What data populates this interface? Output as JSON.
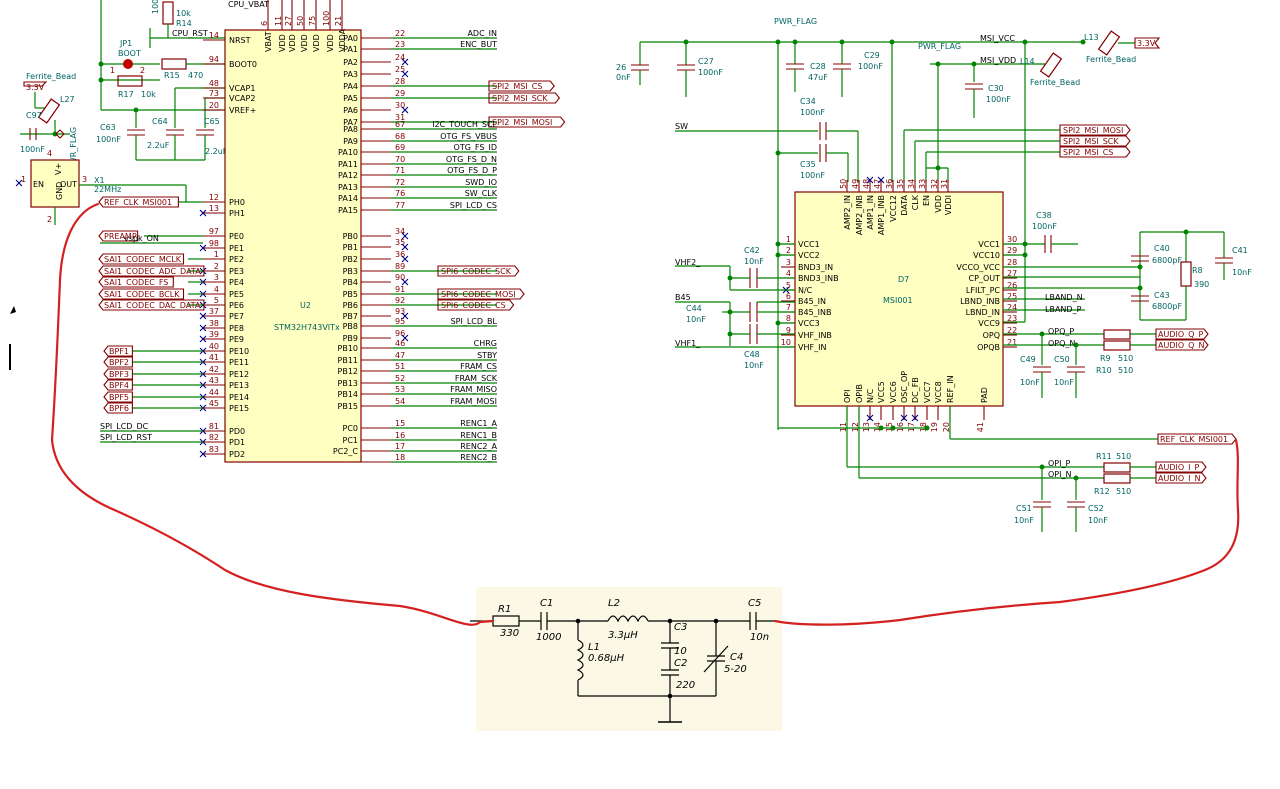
{
  "colors": {
    "wire": "#008400",
    "body": "#840000",
    "pin_text": "#840000",
    "ref_text": "#006464",
    "annotation": "#d42020",
    "inset_bg": "#fbf8e6",
    "body_fill": "#ffffc2"
  },
  "left_parts": {
    "r14": "R14",
    "r14_val": "10k",
    "cap_top": "100",
    "jp1": "JP1",
    "boot": "BOOT",
    "jp_pin1": "1",
    "jp_pin2": "2",
    "r15": "R15",
    "r15_val": "470",
    "r17": "R17",
    "r17_val": "10k",
    "c63": "C63",
    "c63_val": "100nF",
    "c64": "C64",
    "c64_val": "2.2uF",
    "c65": "C65",
    "c65_val": "2.2uF",
    "cpu_rst": "CPU_RST",
    "cpu_vbat": "CPU_VBAT",
    "ferrite": "Ferrite_Bead",
    "pwr33": "3.3V",
    "l27": "L27",
    "c97": "C97",
    "c97_val": "100nF",
    "pwr_flag": "PWR_FLAG",
    "x1": "X1",
    "x1_freq": "22MHz",
    "osc_en": "EN",
    "osc_out": "OUT",
    "osc_vp": "V+",
    "osc_gnd": "GND",
    "osc_p1": "1",
    "osc_p2": "2",
    "osc_p3": "3",
    "osc_p4": "4"
  },
  "u2": {
    "ref": "U2",
    "value": "STM32H743VITx",
    "top_pins": [
      [
        "VBAT",
        "6"
      ],
      [
        "VDD",
        "11"
      ],
      [
        "VDD",
        "27"
      ],
      [
        "VDD",
        "50"
      ],
      [
        "VDD",
        "75"
      ],
      [
        "VDD",
        "100"
      ],
      [
        "VDDA",
        "21"
      ]
    ],
    "left_pins": [
      [
        "NRST",
        "14"
      ],
      [
        "BOOT0",
        "94"
      ],
      [
        "VCAP1",
        "48"
      ],
      [
        "VCAP2",
        "73"
      ],
      [
        "VREF+",
        "20"
      ],
      [
        "PH0",
        "12"
      ],
      [
        "PH1",
        "13"
      ],
      [
        "PE0",
        "97"
      ],
      [
        "PE1",
        "98"
      ],
      [
        "PE2",
        "1"
      ],
      [
        "PE3",
        "2"
      ],
      [
        "PE4",
        "3"
      ],
      [
        "PE5",
        "4"
      ],
      [
        "PE6",
        "5"
      ],
      [
        "PE7",
        "37"
      ],
      [
        "PE8",
        "38"
      ],
      [
        "PE9",
        "39"
      ],
      [
        "PE10",
        "40"
      ],
      [
        "PE11",
        "41"
      ],
      [
        "PE12",
        "42"
      ],
      [
        "PE13",
        "43"
      ],
      [
        "PE14",
        "44"
      ],
      [
        "PE15",
        "45"
      ],
      [
        "PD0",
        "81"
      ],
      [
        "PD1",
        "82"
      ],
      [
        "PD2",
        "83"
      ]
    ],
    "right_pins": [
      [
        "PA0",
        "22"
      ],
      [
        "PA1",
        "23"
      ],
      [
        "PA2",
        "24"
      ],
      [
        "PA3",
        "25"
      ],
      [
        "PA4",
        "28"
      ],
      [
        "PA5",
        "29"
      ],
      [
        "PA6",
        "30"
      ],
      [
        "PA7",
        "31"
      ],
      [
        "PA8",
        "67"
      ],
      [
        "PA9",
        "68"
      ],
      [
        "PA10",
        "69"
      ],
      [
        "PA11",
        "70"
      ],
      [
        "PA12",
        "71"
      ],
      [
        "PA13",
        "72"
      ],
      [
        "PA14",
        "76"
      ],
      [
        "PA15",
        "77"
      ],
      [
        "PB0",
        "34"
      ],
      [
        "PB1",
        "35"
      ],
      [
        "PB2",
        "36"
      ],
      [
        "PB3",
        "89"
      ],
      [
        "PB4",
        "90"
      ],
      [
        "PB5",
        "91"
      ],
      [
        "PB6",
        "92"
      ],
      [
        "PB7",
        "93"
      ],
      [
        "PB8",
        "95"
      ],
      [
        "PB9",
        "96"
      ],
      [
        "PB10",
        "46"
      ],
      [
        "PB11",
        "47"
      ],
      [
        "PB12",
        "51"
      ],
      [
        "PB13",
        "52"
      ],
      [
        "PB14",
        "53"
      ],
      [
        "PB15",
        "54"
      ],
      [
        "PC0",
        "15"
      ],
      [
        "PC1",
        "16"
      ],
      [
        "PC2_C",
        "17"
      ],
      [
        "",
        "18"
      ]
    ],
    "right_nets": [
      "ADC_IN",
      "ENC_BUT",
      "",
      "",
      "SPI2_MSI_CS",
      "SPI2_MSI_SCK",
      "",
      "SPI2_MSI_MOSI",
      "I2C_TOUCH_SCL",
      "OTG_FS_VBUS",
      "OTG_FS_ID",
      "OTG_FS_D_N",
      "OTG_FS_D_P",
      "SWD_IO",
      "SW_CLK",
      "SPI_LCD_CS",
      "",
      "",
      "",
      "SPI6_CODEC_SCK",
      "",
      "SPI6_CODEC_MOSI",
      "SPI6_CODEC_CS",
      "",
      "SPI_LCD_BL",
      "",
      "CHRG",
      "STBY",
      "FRAM_CS",
      "FRAM_SCK",
      "FRAM_MISO",
      "FRAM_MOSI",
      "RENC1_A",
      "RENC1_B",
      "RENC2_A",
      "RENC2_B"
    ],
    "left_nets": [
      "REF_CLK_MSI001",
      "",
      "PREAMP",
      "vspk_ON",
      "SAI1_CODEC_MCLK",
      "SAI1_CODEC_ADC_DATA",
      "SAI1_CODEC_FS",
      "SAI1_CODEC_BCLK",
      "SAI1_CODEC_DAC_DATA",
      "",
      "",
      "",
      "BPF1",
      "BPF2",
      "BPF3",
      "BPF4",
      "BPF5",
      "BPF6",
      "SPI_LCD_DC",
      "SPI_LCD_RST",
      ""
    ]
  },
  "d7": {
    "ref": "D7",
    "value": "MSI001",
    "top_pins": [
      [
        "AMP2_IN",
        "50"
      ],
      [
        "AMP2_INB",
        "49"
      ],
      [
        "AMP1_IN",
        "48"
      ],
      [
        "AMP1_INB",
        "47"
      ],
      [
        "VCC12",
        "36"
      ],
      [
        "DATA",
        "35"
      ],
      [
        "CLK",
        "34"
      ],
      [
        "EN",
        "33"
      ],
      [
        "VDD",
        "32"
      ],
      [
        "VDDI",
        "31"
      ]
    ],
    "left_pins": [
      [
        "VCC1",
        "1"
      ],
      [
        "VCC2",
        "2"
      ],
      [
        "BND3_IN",
        "3"
      ],
      [
        "BND3_INB",
        "4"
      ],
      [
        "N/C",
        "5"
      ],
      [
        "B45_IN",
        "6"
      ],
      [
        "B45_INB",
        "7"
      ],
      [
        "VCC3",
        "8"
      ],
      [
        "VHF_INB",
        "9"
      ],
      [
        "VHF_IN",
        "10"
      ]
    ],
    "right_pins": [
      [
        "VCC1",
        "30"
      ],
      [
        "VCC10",
        "29"
      ],
      [
        "VCCO_VCC",
        "28"
      ],
      [
        "CP_OUT",
        "27"
      ],
      [
        "LFILT_PC",
        "26"
      ],
      [
        "LBND_INB",
        "25"
      ],
      [
        "LBND_IN",
        "24"
      ],
      [
        "VCC9",
        "23"
      ],
      [
        "OPQ",
        "22"
      ],
      [
        "OPQB",
        "21"
      ]
    ],
    "bottom_pins": [
      [
        "OPI",
        "11"
      ],
      [
        "OPIB",
        "12"
      ],
      [
        "N/C",
        "13"
      ],
      [
        "VCC5",
        "14"
      ],
      [
        "VCC6",
        "15"
      ],
      [
        "OSC_OP",
        "16"
      ],
      [
        "DC_FB",
        "17"
      ],
      [
        "VCC7",
        "18"
      ],
      [
        "VCC8",
        "19"
      ],
      [
        "REF_IN",
        "20"
      ],
      [
        "PAD",
        "41"
      ]
    ]
  },
  "right_parts": {
    "c26": "26",
    "c26_val": "0nF",
    "c27": "C27",
    "c27_val": "100nF",
    "c28": "C28",
    "c28_val": "47uF",
    "c29": "C29",
    "c29_val": "100nF",
    "c30": "C30",
    "c30_val": "100nF",
    "c34": "C34",
    "c34_val": "100nF",
    "c35": "C35",
    "c35_val": "100nF",
    "pwr_flag": "PWR_FLAG",
    "msi_vcc": "MSI_VCC",
    "msi_vdd": "MSI_VDD",
    "l13": "L13",
    "l14": "L14",
    "ferrite": "Ferrite_Bead",
    "pwr33": "3.3V",
    "sw": "SW",
    "spi_mosi": "SPI2_MSI_MOSI",
    "spi_sck": "SPI2_MSI_SCK",
    "spi_cs": "SPI2_MSI_CS",
    "c38": "C38",
    "c38_val": "100nF",
    "c40": "C40",
    "c40_val": "6800pF",
    "c41": "C41",
    "c41_val": "10nF",
    "c43": "C43",
    "c43_val": "6800pF",
    "r8": "R8",
    "r8_val": "390",
    "c42": "C42",
    "c42_val": "10nF",
    "c44": "C44",
    "c44_val": "10nF",
    "c48": "C48",
    "c48_val": "10nF",
    "vhf2": "VHF2_",
    "b45": "B45_",
    "vhf1": "VHF1_",
    "lband_n": "LBAND_N",
    "lband_p": "LBAND_P",
    "opq_p": "OPQ_P",
    "opq_n": "OPQ_N",
    "c49": "C49",
    "c49_val": "10nF",
    "c50": "C50",
    "c50_val": "10nF",
    "r9": "R9",
    "r9_val": "510",
    "r10": "R10",
    "r10_val": "510",
    "audio_q_p": "AUDIO_Q_P",
    "audio_q_n": "AUDIO_Q_N",
    "ref_clk": "REF_CLK_MSI001",
    "opi_p": "OPI_P",
    "opi_n": "OPI_N",
    "r11": "R11",
    "r11_val": "510",
    "r12": "R12",
    "r12_val": "510",
    "c51": "C51",
    "c51_val": "10nF",
    "c52": "C52",
    "c52_val": "10nF",
    "audio_i_p": "AUDIO_I_P",
    "audio_i_n": "AUDIO_I_N"
  },
  "inset": {
    "r1": "R1",
    "r1_val": "330",
    "c1": "C1",
    "c1_val": "1000",
    "l2": "L2",
    "l2_val": "3.3μH",
    "c3": "C3",
    "c3_val": "10",
    "c2": "C2",
    "c2_val": "220",
    "l1": "L1",
    "l1_val": "0.68μH",
    "c4": "C4",
    "c4_val": "5-20",
    "c5": "C5",
    "c5_val": "10n"
  }
}
